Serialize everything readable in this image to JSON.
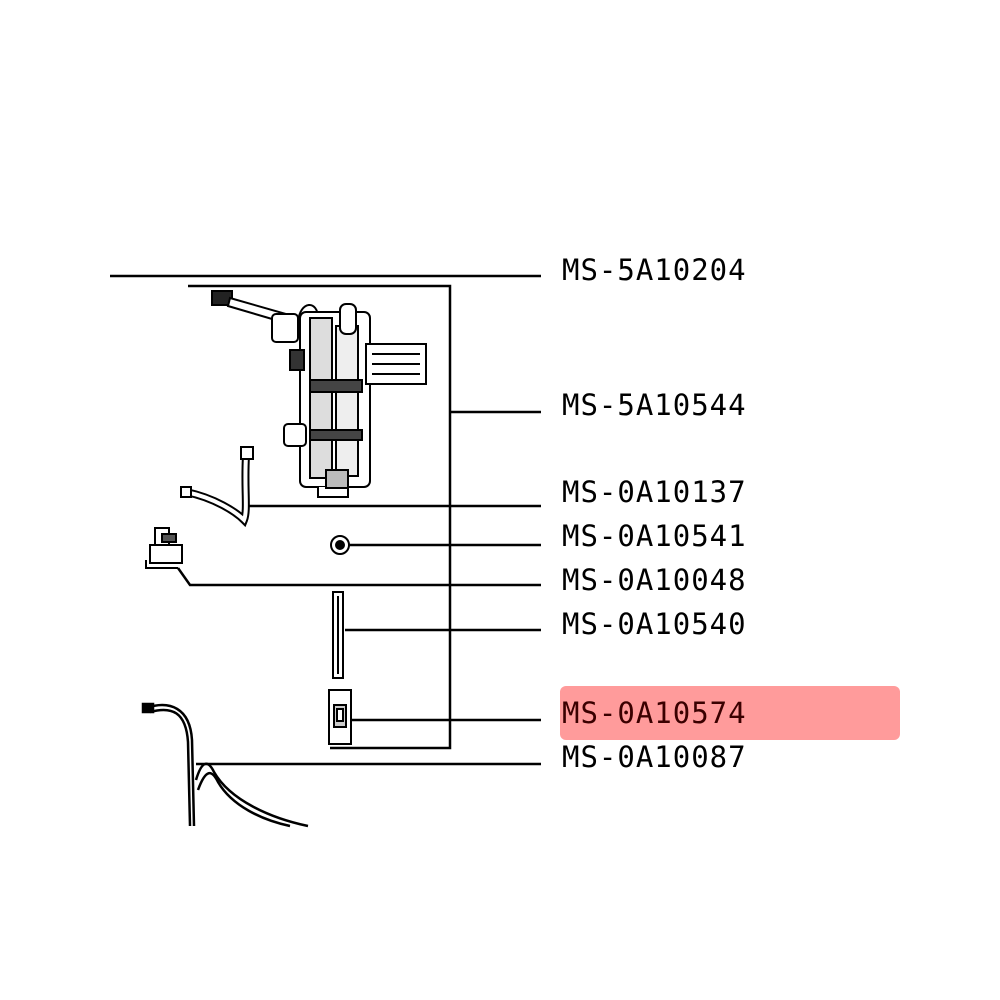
{
  "diagram": {
    "highlight_color": "#ff9b9b",
    "line_color": "#000000",
    "highlighted_part": "MS-0A10574",
    "parts": [
      {
        "id": "p1",
        "label": "MS-5A10204"
      },
      {
        "id": "p2",
        "label": "MS-5A10544"
      },
      {
        "id": "p3",
        "label": "MS-0A10137"
      },
      {
        "id": "p4",
        "label": "MS-0A10541"
      },
      {
        "id": "p5",
        "label": "MS-0A10048"
      },
      {
        "id": "p6",
        "label": "MS-0A10540"
      },
      {
        "id": "p7",
        "label": "MS-0A10574"
      },
      {
        "id": "p8",
        "label": "MS-0A10087"
      }
    ]
  }
}
